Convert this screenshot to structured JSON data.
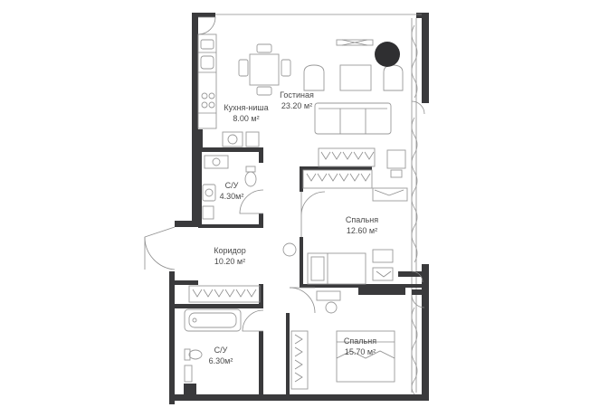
{
  "rooms": {
    "kitchen": {
      "name": "Кухня-ниша",
      "area": "8.00 м²"
    },
    "living": {
      "name": "Гостиная",
      "area": "23.20 м²"
    },
    "bath1": {
      "name": "С/У",
      "area": "4.30м²"
    },
    "bedroom1": {
      "name": "Спальня",
      "area": "12.60 м²"
    },
    "corridor": {
      "name": "Коридор",
      "area": "10.20 м²"
    },
    "bath2": {
      "name": "С/У",
      "area": "6.30м²"
    },
    "bedroom2": {
      "name": "Спальня",
      "area": "15.70 м²"
    }
  },
  "colors": {
    "wall": "#3a3a3c",
    "line": "#8c8c8c",
    "accent_circle": "#2f2f31",
    "background": "#ffffff"
  },
  "icons": [
    "door-swing-icon",
    "sofa-icon",
    "bed-icon",
    "bathtub-icon",
    "toilet-icon",
    "sink-icon",
    "table-icon",
    "chair-icon",
    "wardrobe-icon",
    "stove-icon",
    "plant-icon"
  ]
}
